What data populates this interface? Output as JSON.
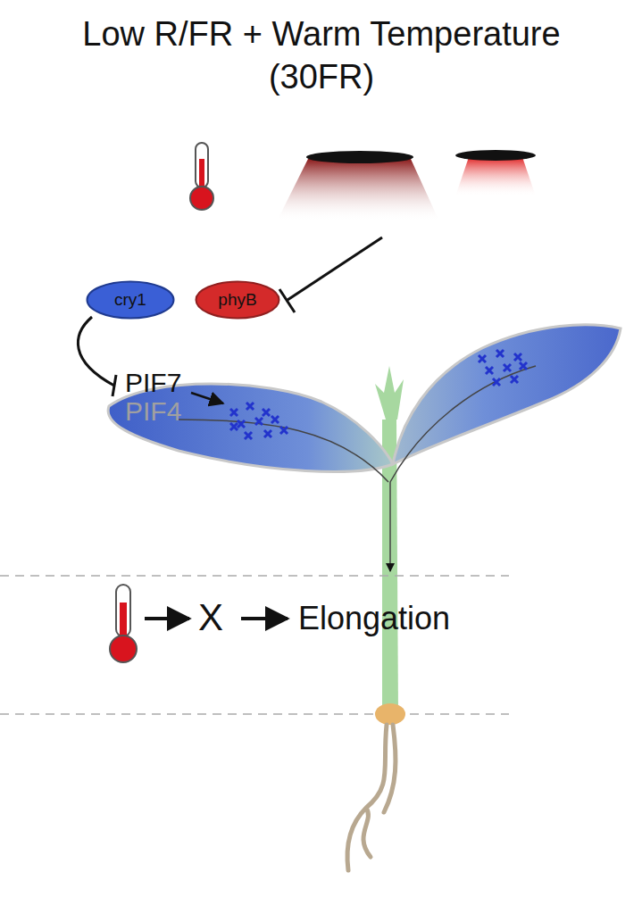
{
  "diagram": {
    "title": "Low R/FR + Warm Temperature (30FR)",
    "nodes": [
      {
        "text": [
          "cry1"
        ]
      },
      {
        "text": [
          "phyB"
        ]
      }
    ],
    "labels": [
      "PIF7",
      "PIF4",
      "X",
      "Elongation"
    ]
  }
}
